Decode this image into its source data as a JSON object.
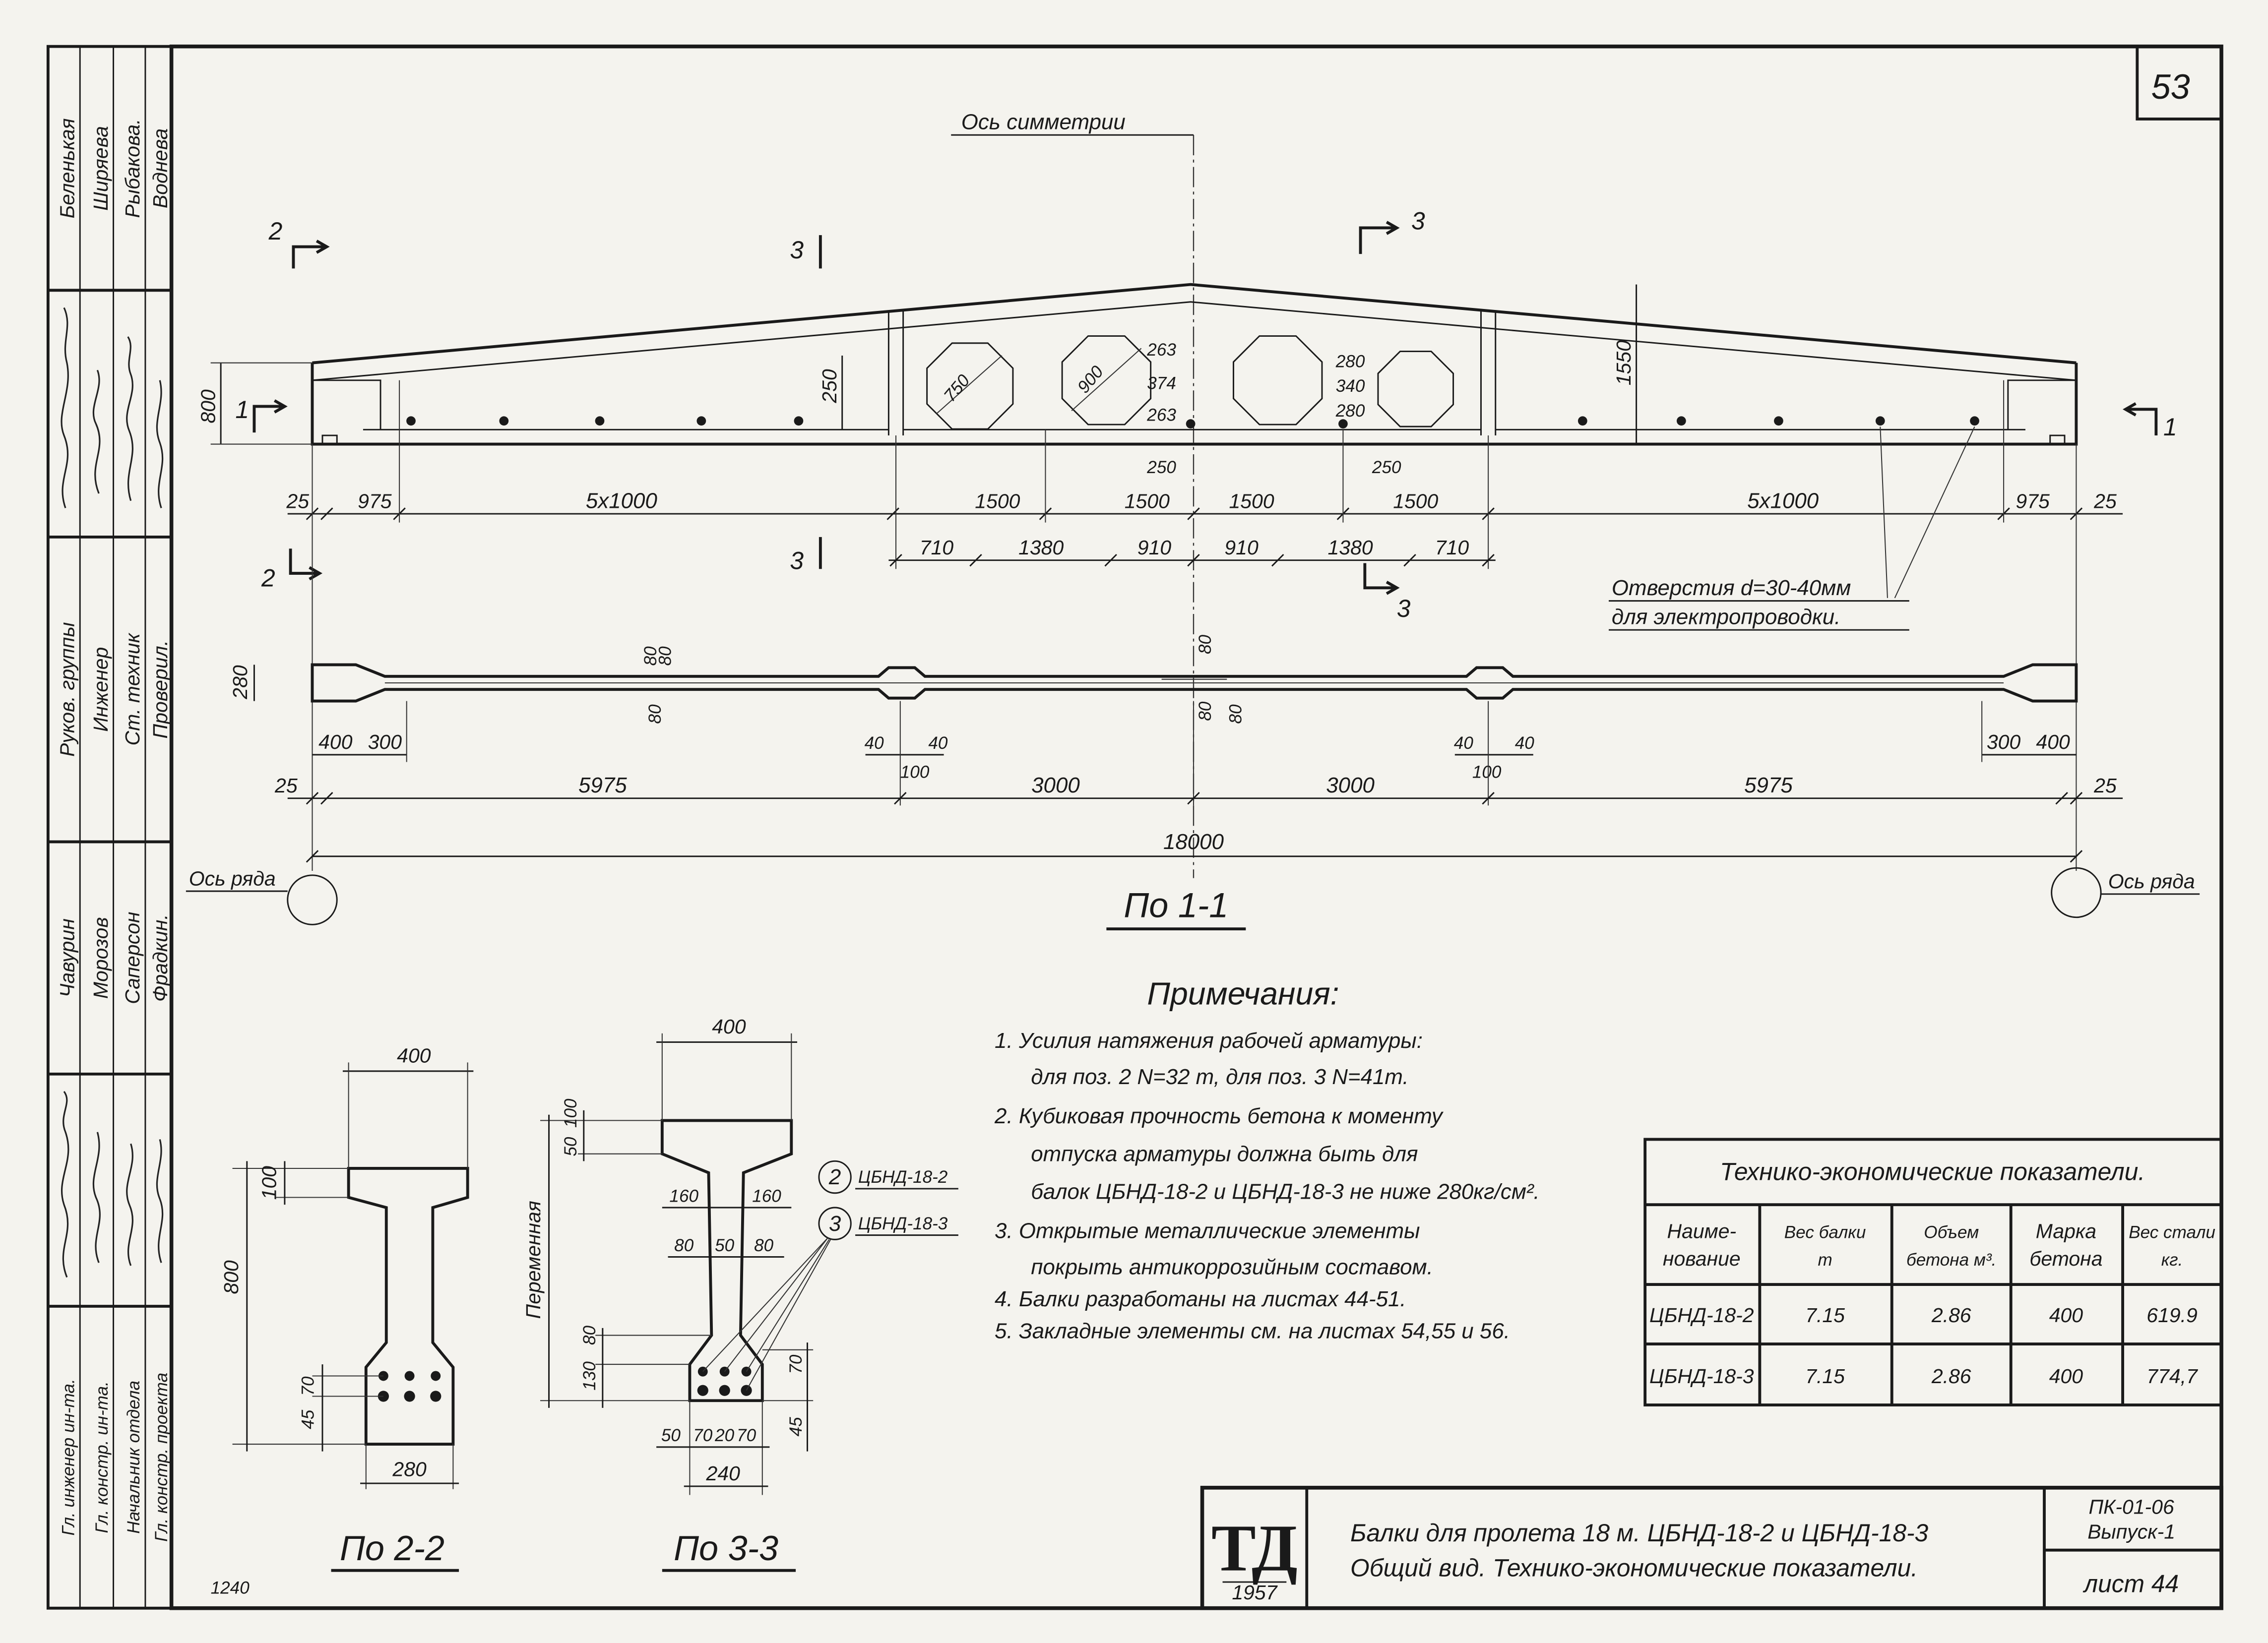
{
  "sheet_number": "53",
  "stamp": {
    "names_top": [
      "Беленькая",
      "Ширяева",
      "Рыбакова.",
      "Воднева"
    ],
    "roles_mid": [
      "Руков. группы",
      "Инженер",
      "Ст. техник",
      "Проверил."
    ],
    "names_mid": [
      "Чавурин",
      "Морозов",
      "Саперсон",
      "Фрадкин."
    ],
    "roles_bottom": [
      "Гл. инженер ин-та.",
      "Гл. констр. ин-та.",
      "Начальник отдела",
      "Гл. констр. проекта"
    ]
  },
  "elevation": {
    "symmetry_axis": "Ось симметрии",
    "section_marks": [
      "2",
      "3",
      "3",
      "1",
      "1",
      "3",
      "2",
      "3"
    ],
    "height_dims": [
      "800",
      "250",
      "1550"
    ],
    "hole_diameters": [
      "750",
      "900"
    ],
    "hole_offsets_left": [
      "263",
      "374",
      "263"
    ],
    "hole_offsets_right": [
      "280",
      "340",
      "280"
    ],
    "hole_edge_dims": [
      "250",
      "250"
    ],
    "dim_row_1": [
      "25",
      "975",
      "5x1000",
      "1500",
      "1500",
      "1500",
      "1500",
      "5x1000",
      "975",
      "25"
    ],
    "dim_row_2": [
      "710",
      "1380",
      "910",
      "910",
      "1380",
      "710"
    ],
    "holes_note": [
      "Отверстия d=30-40мм",
      "для электропроводки."
    ]
  },
  "plan": {
    "width_dim": "280",
    "web_dims_left": [
      "80",
      "80",
      "80"
    ],
    "web_dims_center": [
      "80",
      "80",
      "80"
    ],
    "end_dims": [
      "400",
      "300",
      "300",
      "400"
    ],
    "stiffener_dims_left": [
      "40",
      "40",
      "100"
    ],
    "stiffener_dims_right": [
      "40",
      "40",
      "100"
    ],
    "dim_row": [
      "25",
      "5975",
      "3000",
      "3000",
      "5975",
      "25"
    ],
    "total": "18000",
    "axis_label_left": "Ось ряда",
    "axis_label_right": "Ось ряда",
    "title": "По 1-1"
  },
  "notes": {
    "title": "Примечания:",
    "lines": [
      "1. Усилия натяжения рабочей арматуры:",
      "для поз. 2 N=32 т, для поз. 3 N=41т.",
      "2. Кубиковая прочность бетона к моменту",
      "отпуска арматуры должна быть для",
      "балок ЦБНД-18-2 и ЦБНД-18-3 не ниже 280кг/см².",
      "3. Открытые металлические элементы",
      "покрыть антикоррозийным составом.",
      "4. Балки разработаны на листах 44-51.",
      "5. Закладные элементы см. на листах 54,55 и 56."
    ]
  },
  "section_2_2": {
    "title": "По 2-2",
    "top_width": "400",
    "flange_height": "100",
    "height": "800",
    "rebar_dims": [
      "45",
      "70"
    ],
    "bottom_width": "280"
  },
  "section_3_3": {
    "title": "По 3-3",
    "top_width": "400",
    "flange_dims": [
      "50",
      "100"
    ],
    "variable_label": "Переменная",
    "flange_overhangs": [
      "160",
      "160"
    ],
    "web_dims": [
      "80",
      "50",
      "80"
    ],
    "bulb_dims": [
      "130",
      "80"
    ],
    "right_dims": [
      "70",
      "45"
    ],
    "bottom_dims": [
      "50",
      "70",
      "20",
      "70"
    ],
    "bottom_width": "240",
    "positions": [
      {
        "mark": "2",
        "label": "ЦБНД-18-2"
      },
      {
        "mark": "3",
        "label": "ЦБНД-18-3"
      }
    ]
  },
  "table": {
    "title": "Технико-экономические показатели.",
    "headers": [
      [
        "Наиме-",
        "нование"
      ],
      [
        "Вес балки",
        "т"
      ],
      [
        "Объем",
        "бетона м³."
      ],
      [
        "Марка",
        "бетона"
      ],
      [
        "Вес стали",
        "кг."
      ]
    ],
    "rows": [
      [
        "ЦБНД-18-2",
        "7.15",
        "2.86",
        "400",
        "619.9"
      ],
      [
        "ЦБНД-18-3",
        "7.15",
        "2.86",
        "400",
        "774,7"
      ]
    ]
  },
  "title_block": {
    "logo": "ТД",
    "year": "1957",
    "description": [
      "Балки для пролета 18 м. ЦБНД-18-2 и ЦБНД-18-3",
      "Общий вид. Технико-экономические показатели."
    ],
    "series": "ПК-01-06",
    "issue": "Выпуск-1",
    "sheet": "лист 44"
  },
  "corner_number": "1240"
}
